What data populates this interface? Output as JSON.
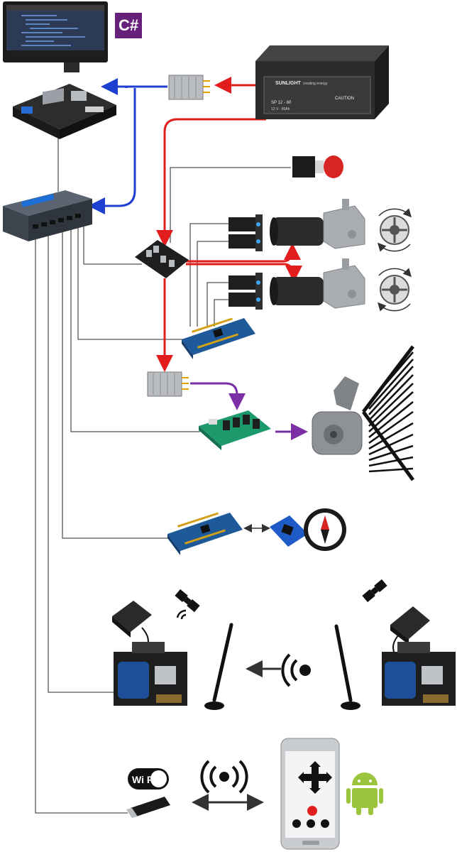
{
  "badge": {
    "text": "C#"
  },
  "battery": {
    "brand": "SUNLIGHT",
    "tagline": "creating energy",
    "model": "SP 12 - 80",
    "spec": "12 V - 80Ah",
    "caution": "CAUTION"
  },
  "wifi": {
    "text": "Wi Fi"
  },
  "colors": {
    "usb": "#555555",
    "power": "#e11d1d",
    "data_link": "#1f3fd1",
    "motor_drive": "#7b2fa6",
    "signal": "#333333"
  },
  "icons": [
    "monitor-icon",
    "single-board-computer-icon",
    "voltage-regulator-icon",
    "battery-icon",
    "usb-hub-icon",
    "emergency-stop-icon",
    "motor-driver-icon",
    "encoder-icon",
    "gear-motor-icon",
    "wheel-rotation-icon",
    "arduino-nano-icon",
    "relay-board-icon",
    "worm-gear-motor-icon",
    "rake-icon",
    "imu-icon",
    "compass-icon",
    "satellite-icon",
    "gps-antenna-icon",
    "gps-board-icon",
    "radio-antenna-icon",
    "radio-signal-icon",
    "phone-icon",
    "android-icon",
    "wifi-logo-icon",
    "wifi-dongle-icon"
  ]
}
